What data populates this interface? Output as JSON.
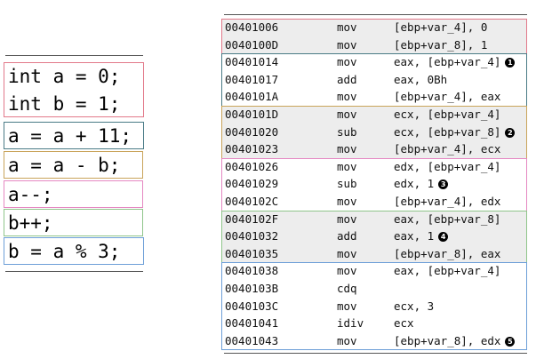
{
  "colors": {
    "red": "#e2798a",
    "teal": "#4a7b86",
    "orange": "#c9a45a",
    "pink": "#e588c2",
    "green": "#8fc58a",
    "blue": "#6d9fd8",
    "fill_gray": "#ededed",
    "fill_white": "#ffffff",
    "rule": "#555555"
  },
  "source": {
    "blocks": [
      {
        "color": "red",
        "lines": [
          "int a = 0;",
          "int b = 1;"
        ]
      },
      {
        "color": "teal",
        "lines": [
          "a = a + 11;"
        ]
      },
      {
        "color": "orange",
        "lines": [
          "a = a - b;"
        ]
      },
      {
        "color": "pink",
        "lines": [
          "a--;"
        ]
      },
      {
        "color": "green",
        "lines": [
          "b++;"
        ]
      },
      {
        "color": "blue",
        "lines": [
          "b = a % 3;"
        ]
      }
    ]
  },
  "assembly": {
    "blocks": [
      {
        "color": "red",
        "fill": "fill_gray",
        "rows": [
          {
            "addr": "00401006",
            "mnemonic": "mov",
            "operands": "[ebp+var_4], 0"
          },
          {
            "addr": "0040100D",
            "mnemonic": "mov",
            "operands": "[ebp+var_8], 1"
          }
        ]
      },
      {
        "color": "teal",
        "fill": "fill_white",
        "rows": [
          {
            "addr": "00401014",
            "mnemonic": "mov",
            "operands": "eax, [ebp+var_4]",
            "marker": "1"
          },
          {
            "addr": "00401017",
            "mnemonic": "add",
            "operands": "eax, 0Bh"
          },
          {
            "addr": "0040101A",
            "mnemonic": "mov",
            "operands": "[ebp+var_4], eax"
          }
        ]
      },
      {
        "color": "orange",
        "fill": "fill_gray",
        "rows": [
          {
            "addr": "0040101D",
            "mnemonic": "mov",
            "operands": "ecx, [ebp+var_4]"
          },
          {
            "addr": "00401020",
            "mnemonic": "sub",
            "operands": "ecx, [ebp+var_8]",
            "marker": "2"
          },
          {
            "addr": "00401023",
            "mnemonic": "mov",
            "operands": "[ebp+var_4], ecx"
          }
        ]
      },
      {
        "color": "pink",
        "fill": "fill_white",
        "rows": [
          {
            "addr": "00401026",
            "mnemonic": "mov",
            "operands": "edx, [ebp+var_4]"
          },
          {
            "addr": "00401029",
            "mnemonic": "sub",
            "operands": "edx, 1",
            "marker": "3"
          },
          {
            "addr": "0040102C",
            "mnemonic": "mov",
            "operands": "[ebp+var_4], edx"
          }
        ]
      },
      {
        "color": "green",
        "fill": "fill_gray",
        "rows": [
          {
            "addr": "0040102F",
            "mnemonic": "mov",
            "operands": "eax, [ebp+var_8]"
          },
          {
            "addr": "00401032",
            "mnemonic": "add",
            "operands": "eax, 1",
            "marker": "4"
          },
          {
            "addr": "00401035",
            "mnemonic": "mov",
            "operands": "[ebp+var_8], eax"
          }
        ]
      },
      {
        "color": "blue",
        "fill": "fill_white",
        "rows": [
          {
            "addr": "00401038",
            "mnemonic": "mov",
            "operands": "eax, [ebp+var_4]"
          },
          {
            "addr": "0040103B",
            "mnemonic": "cdq",
            "operands": ""
          },
          {
            "addr": "0040103C",
            "mnemonic": "mov",
            "operands": "ecx, 3"
          },
          {
            "addr": "00401041",
            "mnemonic": "idiv",
            "operands": "ecx"
          },
          {
            "addr": "00401043",
            "mnemonic": "mov",
            "operands": "[ebp+var_8], edx",
            "marker": "5"
          }
        ]
      }
    ]
  }
}
